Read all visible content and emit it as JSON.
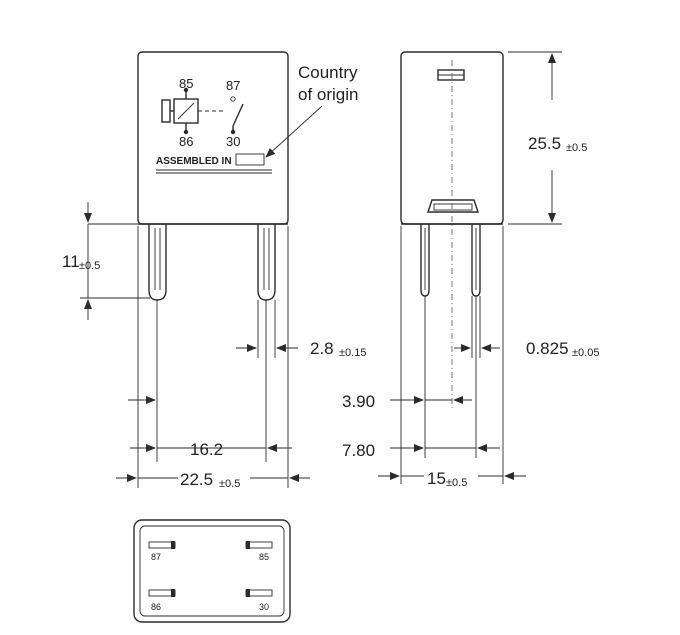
{
  "front": {
    "terminal_top_left": "85",
    "terminal_top_right": "87",
    "terminal_bottom_left": "86",
    "terminal_bottom_right": "30",
    "assembled_label": "ASSEMBLED IN",
    "country_note_line1": "Country",
    "country_note_line2": "of origin"
  },
  "dimensions": {
    "pin_length": "11",
    "pin_length_tol": "±0.5",
    "pin_width": "2.8",
    "pin_width_tol": "±0.15",
    "pin_pitch": "16.2",
    "body_width": "22.5",
    "body_width_tol": "±0.5",
    "height": "25.5",
    "height_tol": "±0.5",
    "pin_thickness": "0.825",
    "pin_thickness_tol": "±0.05",
    "offset_a": "3.90",
    "offset_b": "7.80",
    "depth": "15",
    "depth_tol": "±0.5"
  },
  "bottom": {
    "pin_87": "87",
    "pin_85": "85",
    "pin_86": "86",
    "pin_30": "30"
  }
}
